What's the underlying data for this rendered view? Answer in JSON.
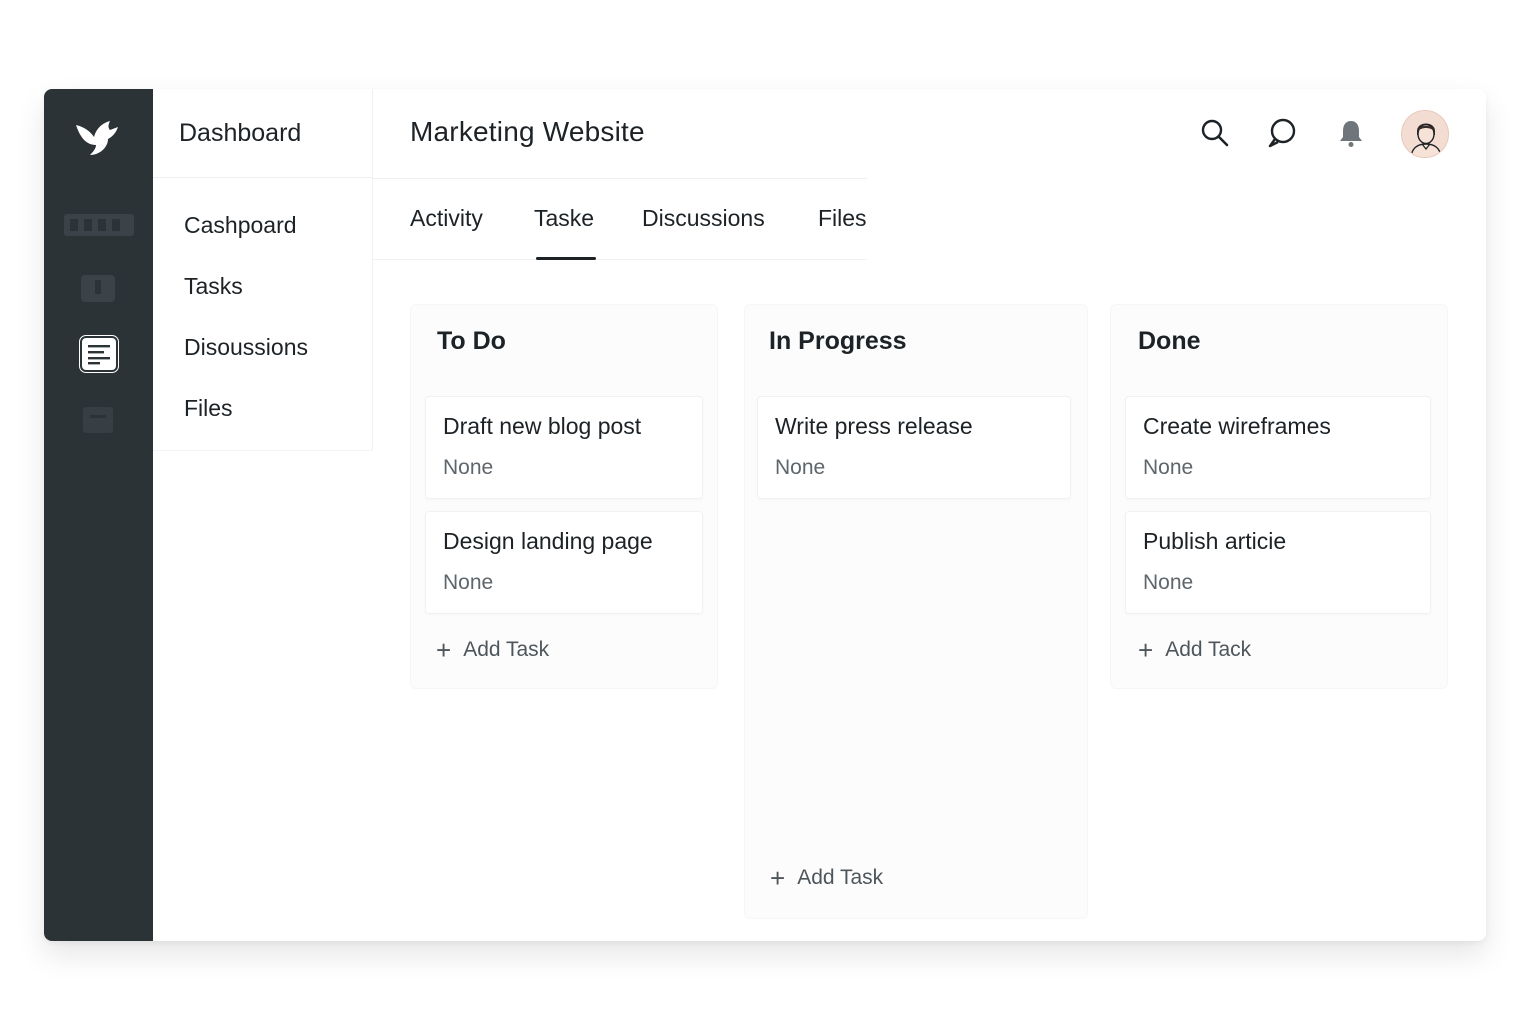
{
  "rail": {
    "logo": "bird-logo",
    "items": [
      "board-icon",
      "calendar-icon",
      "document-icon",
      "archive-icon"
    ]
  },
  "subnav": {
    "header": "Dashboard",
    "items": [
      "Cashpoard",
      "Tasks",
      "Disoussions",
      "Files"
    ]
  },
  "header": {
    "title": "Marketing Website",
    "icons": [
      "search-icon",
      "chat-icon",
      "bell-icon",
      "avatar"
    ]
  },
  "tabs": [
    {
      "label": "Activity",
      "active": false
    },
    {
      "label": "Taske",
      "active": true
    },
    {
      "label": "Discussions",
      "active": false
    },
    {
      "label": "Files",
      "active": false
    }
  ],
  "board": {
    "columns": [
      {
        "title": "To Do",
        "cards": [
          {
            "title": "Draft new blog post",
            "sub": "None"
          },
          {
            "title": "Design landing page",
            "sub": "None"
          }
        ],
        "add_label": "Add Task"
      },
      {
        "title": "In Progress",
        "cards": [
          {
            "title": "Write press release",
            "sub": "None"
          }
        ],
        "add_label": "Add Task"
      },
      {
        "title": "Done",
        "cards": [
          {
            "title": "Create wireframes",
            "sub": "None"
          },
          {
            "title": "Publish articie",
            "sub": "None"
          }
        ],
        "add_label": "Add Tack"
      }
    ]
  },
  "colors": {
    "rail": "#2b3337",
    "text": "#1c2226",
    "muted": "#5f666b",
    "avatar_bg": "#f3ddd2"
  }
}
